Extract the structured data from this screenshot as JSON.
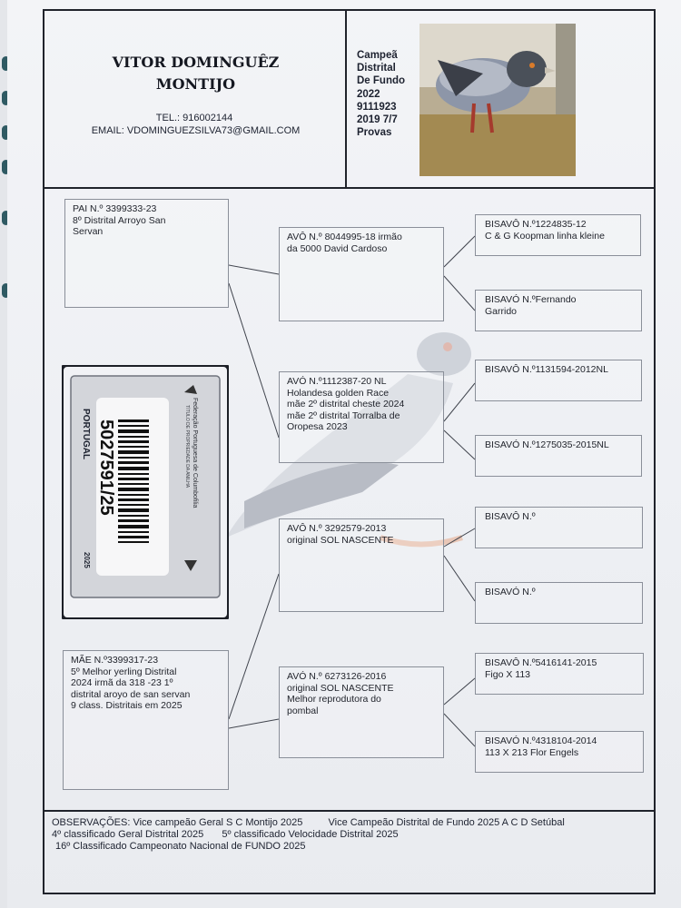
{
  "header": {
    "owner_line1": "VITOR DOMINGUÊZ",
    "owner_line2": "MONTIJO",
    "tel": "TEL.: 916002144",
    "email": "EMAIL: VDOMINGUEZSILVA73@GMAIL.COM",
    "champion_lines": [
      "Campeã",
      "Distrital",
      "De Fundo",
      "2022",
      "9111923",
      "2019 7/7",
      "Provas"
    ]
  },
  "pedigree": {
    "father": "PAI N.º 3399333-23\n8º Distrital Arroyo San\nServan",
    "mother": "MÃE N.º3399317-23\n5º Melhor yerling Distrital\n2024  irmã da 318 -23 1º\ndistrital aroyo de san servan\n9 class. Distritais em 2025",
    "grandparents": [
      "AVÔ N.º 8044995-18  irmão\nda 5000 David Cardoso",
      "AVÓ N.º1112387-20  NL\nHolandesa golden Race\nmãe 2º distrital cheste  2024\nmãe 2º distrital Torralba de\nOropesa 2023",
      "AVÔ N.º 3292579-2013\noriginal SOL NASCENTE",
      "AVÓ N.º 6273126-2016\noriginal SOL NASCENTE\nMelhor reprodutora do\npombal"
    ],
    "great_grandparents": [
      "BISAVÔ N.º1224835-12\nC & G Koopman linha kleine",
      "BISAVÓ N.ºFernando\nGarrido",
      "BISAVÔ N.º1131594-2012NL",
      "BISAVÓ N.º1275035-2015NL",
      "BISAVÔ N.º",
      "BISAVÓ N.º",
      "BISAVÔ N.º5416141-2015\nFigo X 113",
      "BISAVÓ N.º4318104-2014\n113 X 213 Flor Engels"
    ]
  },
  "ring_card": {
    "country": "PORTUGAL",
    "federation": "Federação Portuguesa de Columbofilia",
    "subtitle": "TÍTULO DE PROPRIEDADE DA ANILHA",
    "ring_number": "5027591/25",
    "year": "2025"
  },
  "observations": {
    "line1a": "OBSERVAÇÕES: Vice campeão Geral S C Montijo 2025",
    "line1b": "Vice Campeão Distrital de Fundo 2025 A C D Setúbal",
    "line2a": "4º classificado Geral Distrital 2025",
    "line2b": "5º classificado Velocidade Distrital 2025",
    "line3": "16º Classificado Campeonato Nacional de FUNDO 2025"
  },
  "colors": {
    "ink": "#20232b",
    "binder": "#2f5a63",
    "paper": "#eef0f4"
  }
}
